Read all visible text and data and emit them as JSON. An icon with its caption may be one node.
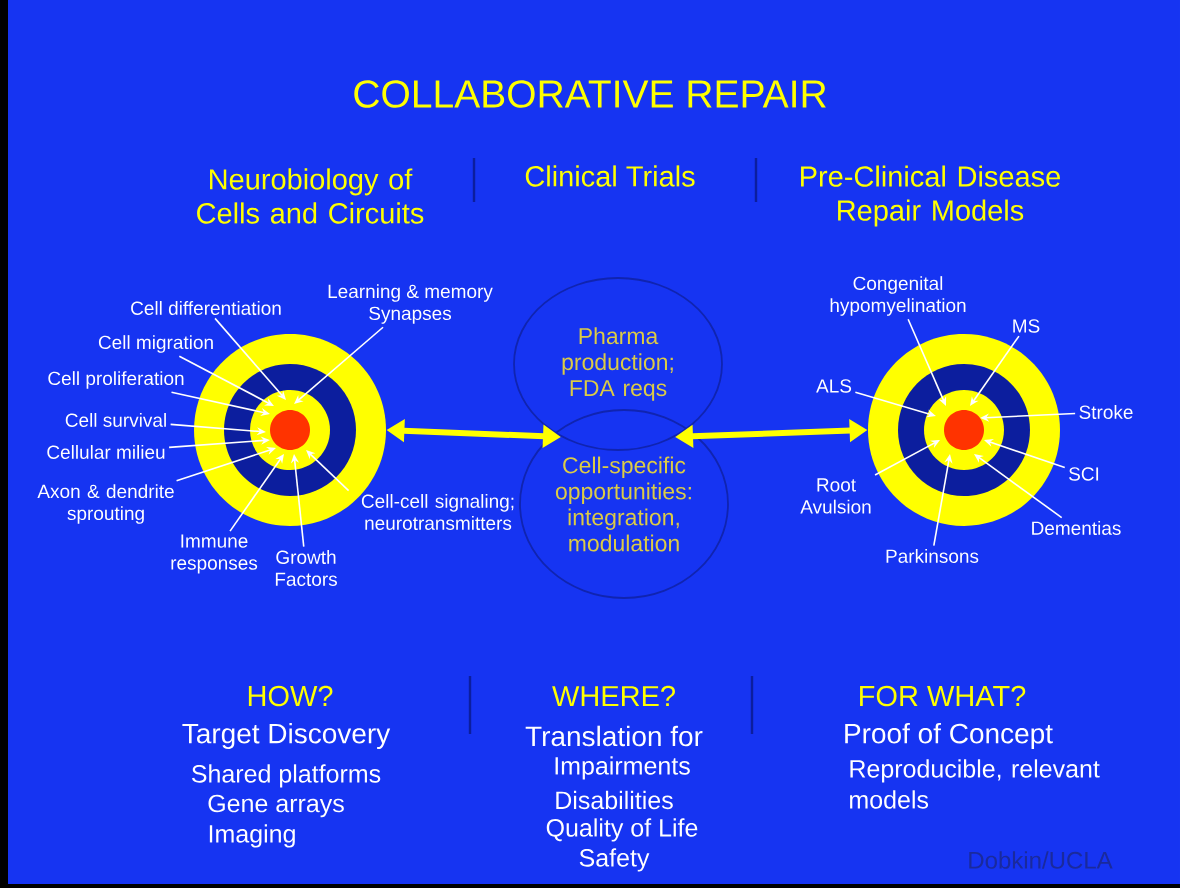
{
  "diagram": {
    "title": "COLLABORATIVE REPAIR",
    "nodes": [
      {
        "text": [],
        "shape": "circle"
      },
      {
        "text": [
          "Cell differentiation"
        ]
      },
      {
        "text": [
          "Learning & memory",
          "Synapses"
        ]
      },
      {
        "text": [
          "Cell migration"
        ]
      },
      {
        "text": [
          "Cell proliferation"
        ]
      },
      {
        "text": [
          "Cell survival"
        ]
      },
      {
        "text": [
          "Cellular milieu"
        ]
      },
      {
        "text": [
          "Axon & dendrite sprouting"
        ]
      },
      {
        "text": [
          "Immune responses"
        ]
      },
      {
        "text": [
          "Growth Factors"
        ]
      },
      {
        "text": [
          "Cell-cell signaling; neurotransmitters"
        ]
      },
      {
        "text": [
          "Pharma production; FDA reqs"
        ]
      },
      {
        "text": [
          "Cell-specific opportunities: integration, modulation"
        ]
      },
      {
        "text": [],
        "shape": "circle"
      },
      {
        "text": [
          "Congenital hypomyelination"
        ]
      },
      {
        "text": [
          "MS"
        ]
      },
      {
        "text": [
          "ALS"
        ]
      },
      {
        "text": [
          "Stroke"
        ]
      },
      {
        "text": [
          "Root Avulsion"
        ]
      },
      {
        "text": [
          "SCI"
        ]
      },
      {
        "text": [
          "Dementias"
        ]
      },
      {
        "text": [
          "Parkinsons"
        ]
      }
    ],
    "edges": [
      {
        "from": 1,
        "to": 0,
        "arrow": "to"
      },
      {
        "from": 2,
        "to": 0,
        "arrow": "to"
      },
      {
        "from": 3,
        "to": 0,
        "arrow": "to"
      },
      {
        "from": 4,
        "to": 0,
        "arrow": "to"
      },
      {
        "from": 5,
        "to": 0,
        "arrow": "to"
      },
      {
        "from": 6,
        "to": 0,
        "arrow": "to"
      },
      {
        "from": 7,
        "to": 0,
        "arrow": "to"
      },
      {
        "from": 8,
        "to": 0,
        "arrow": "to"
      },
      {
        "from": 9,
        "to": 0,
        "arrow": "to"
      },
      {
        "from": 10,
        "to": 0,
        "arrow": "to"
      },
      {
        "from": 0,
        "to": 11,
        "arrow": "both",
        "style": "thick",
        "color": "#ffff00"
      },
      {
        "from": 11,
        "to": 13,
        "arrow": "both",
        "style": "thick",
        "color": "#ffff00"
      },
      {
        "from": 14,
        "to": 13,
        "arrow": "to"
      },
      {
        "from": 15,
        "to": 13,
        "arrow": "to"
      },
      {
        "from": 16,
        "to": 13,
        "arrow": "to"
      },
      {
        "from": 17,
        "to": 13,
        "arrow": "to"
      },
      {
        "from": 18,
        "to": 13,
        "arrow": "to"
      },
      {
        "from": 19,
        "to": 13,
        "arrow": "to"
      },
      {
        "from": 20,
        "to": 13,
        "arrow": "to"
      },
      {
        "from": 21,
        "to": 13,
        "arrow": "to"
      }
    ],
    "labels": [
      "Neurobiology of Cells and Circuits",
      "Clinical Trials",
      "Pre-Clinical Disease Repair Models",
      "HOW?",
      "Target Discovery",
      "Shared platforms",
      "Gene arrays",
      "Imaging",
      "WHERE?",
      "Translation for",
      "Impairments",
      "Disabilities",
      "Quality of Life",
      "Safety",
      "FOR WHAT?",
      "Proof of Concept",
      "Reproducible, relevant models",
      "Dobkin/UCLA"
    ]
  }
}
